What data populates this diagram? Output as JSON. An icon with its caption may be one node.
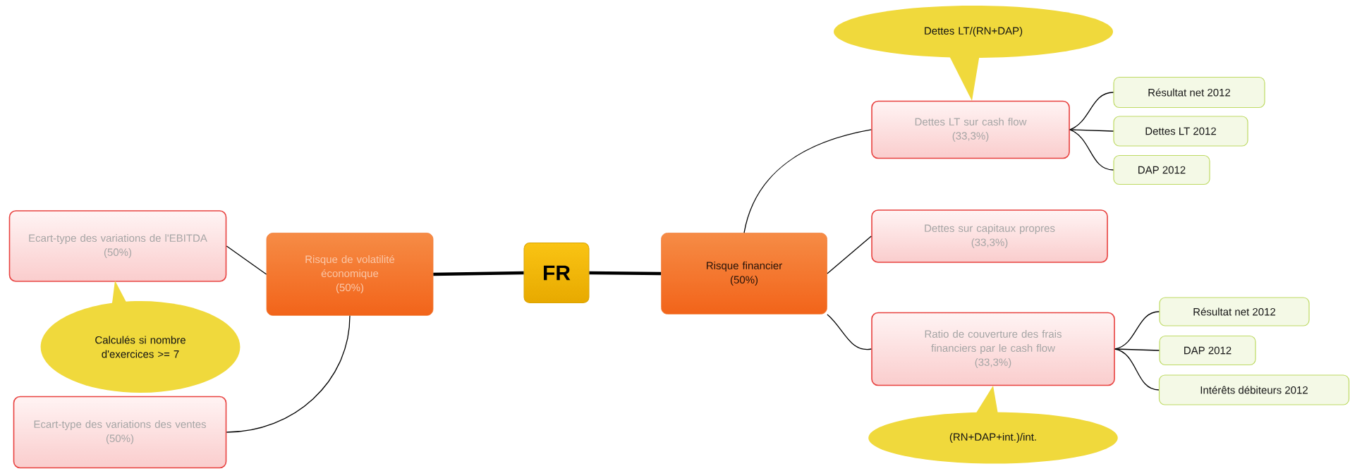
{
  "diagram": {
    "nodes": [
      {
        "text": [
          "FR"
        ]
      },
      {
        "text": [
          "Risque de volatilité économique",
          "(50%)"
        ]
      },
      {
        "text": [
          "Ecart-type des variations de l'EBITDA",
          "(50%)"
        ]
      },
      {
        "text": [
          "Calculés si nombre d'exercices >= 7"
        ]
      },
      {
        "text": [
          "Ecart-type des variations des ventes",
          "(50%)"
        ]
      },
      {
        "text": [
          "Risque financier",
          "(50%)"
        ]
      },
      {
        "text": [
          "Dettes LT sur cash flow",
          "(33,3%)"
        ]
      },
      {
        "text": [
          "Dettes LT/(RN+DAP)"
        ]
      },
      {
        "text": [
          "Résultat net 2012"
        ]
      },
      {
        "text": [
          "Dettes LT 2012"
        ]
      },
      {
        "text": [
          "DAP 2012"
        ]
      },
      {
        "text": [
          "Dettes sur capitaux propres",
          "(33,3%)"
        ]
      },
      {
        "text": [
          "Ratio de couverture des frais financiers par le cash flow",
          "(33,3%)"
        ]
      },
      {
        "text": [
          "Résultat net 2012"
        ]
      },
      {
        "text": [
          "DAP 2012"
        ]
      },
      {
        "text": [
          "Intérêts débiteurs 2012"
        ]
      },
      {
        "text": [
          "(RN+DAP+int.)/int."
        ]
      }
    ],
    "edges": [
      {
        "from": 0,
        "to": 1,
        "arrow": "none",
        "style": "thick"
      },
      {
        "from": 0,
        "to": 5,
        "arrow": "none",
        "style": "thick"
      },
      {
        "from": 1,
        "to": 2,
        "arrow": "none"
      },
      {
        "from": 1,
        "to": 4,
        "arrow": "none"
      },
      {
        "from": 5,
        "to": 6,
        "arrow": "none"
      },
      {
        "from": 5,
        "to": 11,
        "arrow": "none"
      },
      {
        "from": 5,
        "to": 12,
        "arrow": "none"
      },
      {
        "from": 6,
        "to": 8,
        "arrow": "none"
      },
      {
        "from": 6,
        "to": 9,
        "arrow": "none"
      },
      {
        "from": 6,
        "to": 10,
        "arrow": "none"
      },
      {
        "from": 12,
        "to": 13,
        "arrow": "none"
      },
      {
        "from": 12,
        "to": 14,
        "arrow": "none"
      },
      {
        "from": 12,
        "to": 15,
        "arrow": "none"
      }
    ]
  }
}
